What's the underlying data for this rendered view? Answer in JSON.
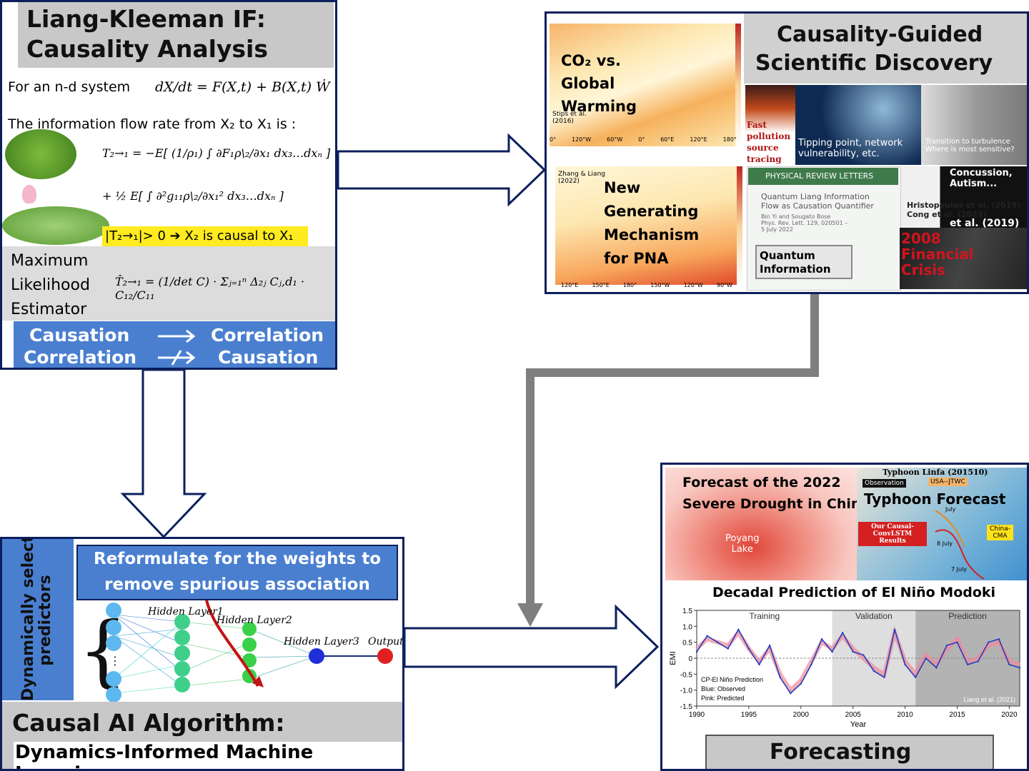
{
  "liang_panel": {
    "title_line1": "Liang-Kleeman IF:",
    "title_line2": "Causality Analysis",
    "system_prefix": "For an n-d system",
    "system_eq": "dX/dt = F(X,t) + B(X,t) Ẇ",
    "flow_rate_text": "The information flow rate from X₂ to X₁ is :",
    "eq1": "T₂→₁ = −E[ (1/ρ₁) ∫ ∂F₁ρ\\₂/∂x₁ dx₃…dxₙ ]",
    "eq2": "+ ½ E[ ∫ ∂²g₁₁ρ\\₂/∂x₁² dx₃…dxₙ ]",
    "highlight": "|T₂→₁|> 0 ➔ X₂ is causal to X₁",
    "mle_l1": "Maximum",
    "mle_l2": "Likelihood",
    "mle_l3": "Estimator",
    "mle_eq": "T̂₂→₁ = (1/det C) · Σⱼ₌₁ⁿ Δ₂ⱼ Cⱼ,d₁ · C₁₂/C₁₁",
    "causation": "Causation",
    "correlation": "Correlation",
    "correlation2": "Correlation",
    "causation2": "Causation"
  },
  "discovery_panel": {
    "title_line1": "Causality-Guided",
    "title_line2": "Scientific Discovery",
    "co2_l1": "CO₂ vs.",
    "co2_l2": "Global",
    "co2_l3": "Warming",
    "stips": "Stips et al.\n(2016)",
    "map1_ticks": [
      "0°",
      "120°W",
      "60°W",
      "0°",
      "60°E",
      "120°E",
      "180°"
    ],
    "pna_l1": "New",
    "pna_l2": "Generating",
    "pna_l3": "Mechanism",
    "pna_l4": "for PNA",
    "zhang": "Zhang & Liang\n(2022)",
    "map2_ticks": [
      "120°E",
      "150°E",
      "180°",
      "150°W",
      "120°W",
      "90°W"
    ],
    "pollution": "Fast\npollution\nsource\ntracing",
    "tipping": "Tipping point, network\nvulnerability, etc.",
    "turbulence": "Transition to turbulence\nWhere is most sensitive?",
    "prl_header": "PHYSICAL REVIEW LETTERS",
    "prl_title": "Quantum Liang Information\nFlow as Causation Quantifier",
    "prl_authors": "Bin Yi and Sougato Bose\nPhys. Rev. Lett. 129, 020501 –\n5 July 2022",
    "quantum": "Quantum\nInformation",
    "concussion": "Concussion,\nAutism...",
    "hristo": "Hristopoulos et al. (2019)\nCong et al. (2023)",
    "etal": "et al. (2019)",
    "crisis": "2008\nFinancial\nCrisis"
  },
  "ai_panel": {
    "side_label": "Dynamically select\npredictors",
    "reformulate": "Reformulate for the weights to\nremove spurious association",
    "hl1": "Hidden Layer1",
    "hl2": "Hidden Layer2",
    "hl3": "Hidden Layer3",
    "output": "Output",
    "title": "Causal AI Algorithm:",
    "subtitle": "Dynamics-Informed Machine Learning"
  },
  "forecast_panel": {
    "drought_l1": "Forecast of the 2022",
    "drought_l2": "Severe Drought in China",
    "poyang": "Poyang\nLake",
    "typhoon_title": "Typhoon Linfa (201510)",
    "observation": "Observation",
    "usa": "USA--JTWC",
    "typhoon_forecast": "Typhoon Forecast",
    "our_causal": "Our Causal-\nConvLSTM\nResults",
    "china_cma": "China-\nCMA",
    "date8": "8 July",
    "date7": "7 July",
    "date_july": "July",
    "elnino_title": "Decadal Prediction of El Niño Modoki",
    "forecasting": "Forecasting"
  },
  "chart_data": {
    "type": "line",
    "title": "Decadal Prediction of El Niño Modoki",
    "xlabel": "Year",
    "ylabel": "EMI",
    "xlim": [
      1990,
      2021
    ],
    "ylim": [
      -1.5,
      1.5
    ],
    "xticks": [
      1990,
      1995,
      2000,
      2005,
      2010,
      2015,
      2020
    ],
    "yticks": [
      1.5,
      1.0,
      0.5,
      0,
      -0.5,
      -1.0,
      -1.5
    ],
    "regions": [
      {
        "name": "Training",
        "from": 1990,
        "to": 2003
      },
      {
        "name": "Validation",
        "from": 2003,
        "to": 2011
      },
      {
        "name": "Prediction",
        "from": 2011,
        "to": 2021
      }
    ],
    "legend_lines": [
      "CP-El Niño Prediction",
      "Blue: Observed",
      "Pink: Predicted"
    ],
    "credit": "Liang et al. (2021)",
    "series": [
      {
        "name": "Observed",
        "color": "#1f3fbf",
        "x": [
          1990,
          1991,
          1992,
          1993,
          1994,
          1995,
          1996,
          1997,
          1998,
          1999,
          2000,
          2001,
          2002,
          2003,
          2004,
          2005,
          2006,
          2007,
          2008,
          2009,
          2010,
          2011,
          2012,
          2013,
          2014,
          2015,
          2016,
          2017,
          2018,
          2019,
          2020,
          2021
        ],
        "y": [
          0.2,
          0.7,
          0.5,
          0.3,
          0.9,
          0.3,
          -0.2,
          0.4,
          -0.6,
          -1.1,
          -0.8,
          -0.2,
          0.6,
          0.2,
          0.8,
          0.2,
          0.1,
          -0.4,
          -0.6,
          0.9,
          -0.2,
          -0.6,
          0.0,
          -0.3,
          0.4,
          0.5,
          -0.2,
          -0.1,
          0.5,
          0.6,
          -0.2,
          -0.3
        ]
      },
      {
        "name": "Predicted",
        "color": "#f08a9a",
        "x": [
          1990,
          1991,
          1992,
          1993,
          1994,
          1995,
          1996,
          1997,
          1998,
          1999,
          2000,
          2001,
          2002,
          2003,
          2004,
          2005,
          2006,
          2007,
          2008,
          2009,
          2010,
          2011,
          2012,
          2013,
          2014,
          2015,
          2016,
          2017,
          2018,
          2019,
          2020,
          2021
        ],
        "y": [
          0.3,
          0.6,
          0.5,
          0.4,
          0.8,
          0.3,
          -0.1,
          0.3,
          -0.5,
          -1.0,
          -0.7,
          -0.1,
          0.5,
          0.3,
          0.7,
          0.3,
          0.0,
          -0.3,
          -0.5,
          0.8,
          -0.1,
          -0.5,
          0.1,
          -0.2,
          0.3,
          0.6,
          -0.1,
          0.0,
          0.4,
          0.5,
          -0.1,
          -0.2
        ]
      }
    ]
  }
}
